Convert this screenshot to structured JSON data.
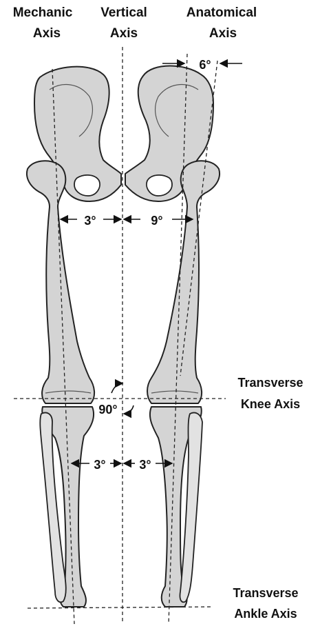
{
  "labels": {
    "mechanic_axis": [
      "Mechanic",
      "Axis"
    ],
    "vertical_axis": [
      "Vertical",
      "Axis"
    ],
    "anatomical_axis": [
      "Anatomical",
      "Axis"
    ],
    "transverse_knee_axis": [
      "Transverse",
      "Knee Axis"
    ],
    "transverse_ankle_axis": [
      "Transverse",
      "Ankle Axis"
    ]
  },
  "angles": {
    "anatomical_mechanical": "6°",
    "mechanical_vertical_femur": "3°",
    "anatomical_vertical_femur": "9°",
    "knee_right_angle": "90°",
    "tibia_left": "3°",
    "tibia_right": "3°"
  }
}
